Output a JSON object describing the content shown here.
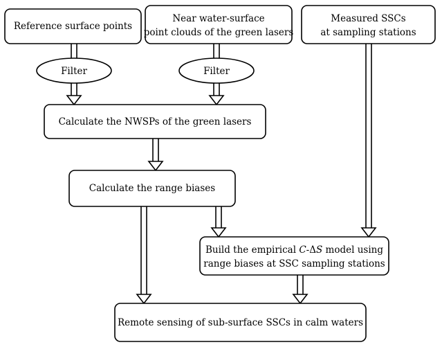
{
  "nodes": {
    "ref_points": {
      "label": "Reference surface points"
    },
    "near_water": {
      "line1": "Near water-surface",
      "line2": "point clouds of the green lasers"
    },
    "measured_ssc": {
      "line1": "Measured SSCs",
      "line2": "at sampling stations"
    },
    "filter_1": {
      "label": "Filter"
    },
    "filter_2": {
      "label": "Filter"
    },
    "calc_nwsp": {
      "label": "Calculate the NWSPs of the green lasers"
    },
    "calc_bias": {
      "label": "Calculate the range biases"
    },
    "build_model": {
      "line1_pre": "Build the empirical ",
      "line1_ital_c": "C",
      "line1_mid": "-Δ",
      "line1_ital_s": "S",
      "line1_post": " model using",
      "line2": "range biases at SSC sampling stations"
    },
    "remote_sensing": {
      "label": "Remote sensing of sub-surface SSCs in calm waters"
    }
  }
}
